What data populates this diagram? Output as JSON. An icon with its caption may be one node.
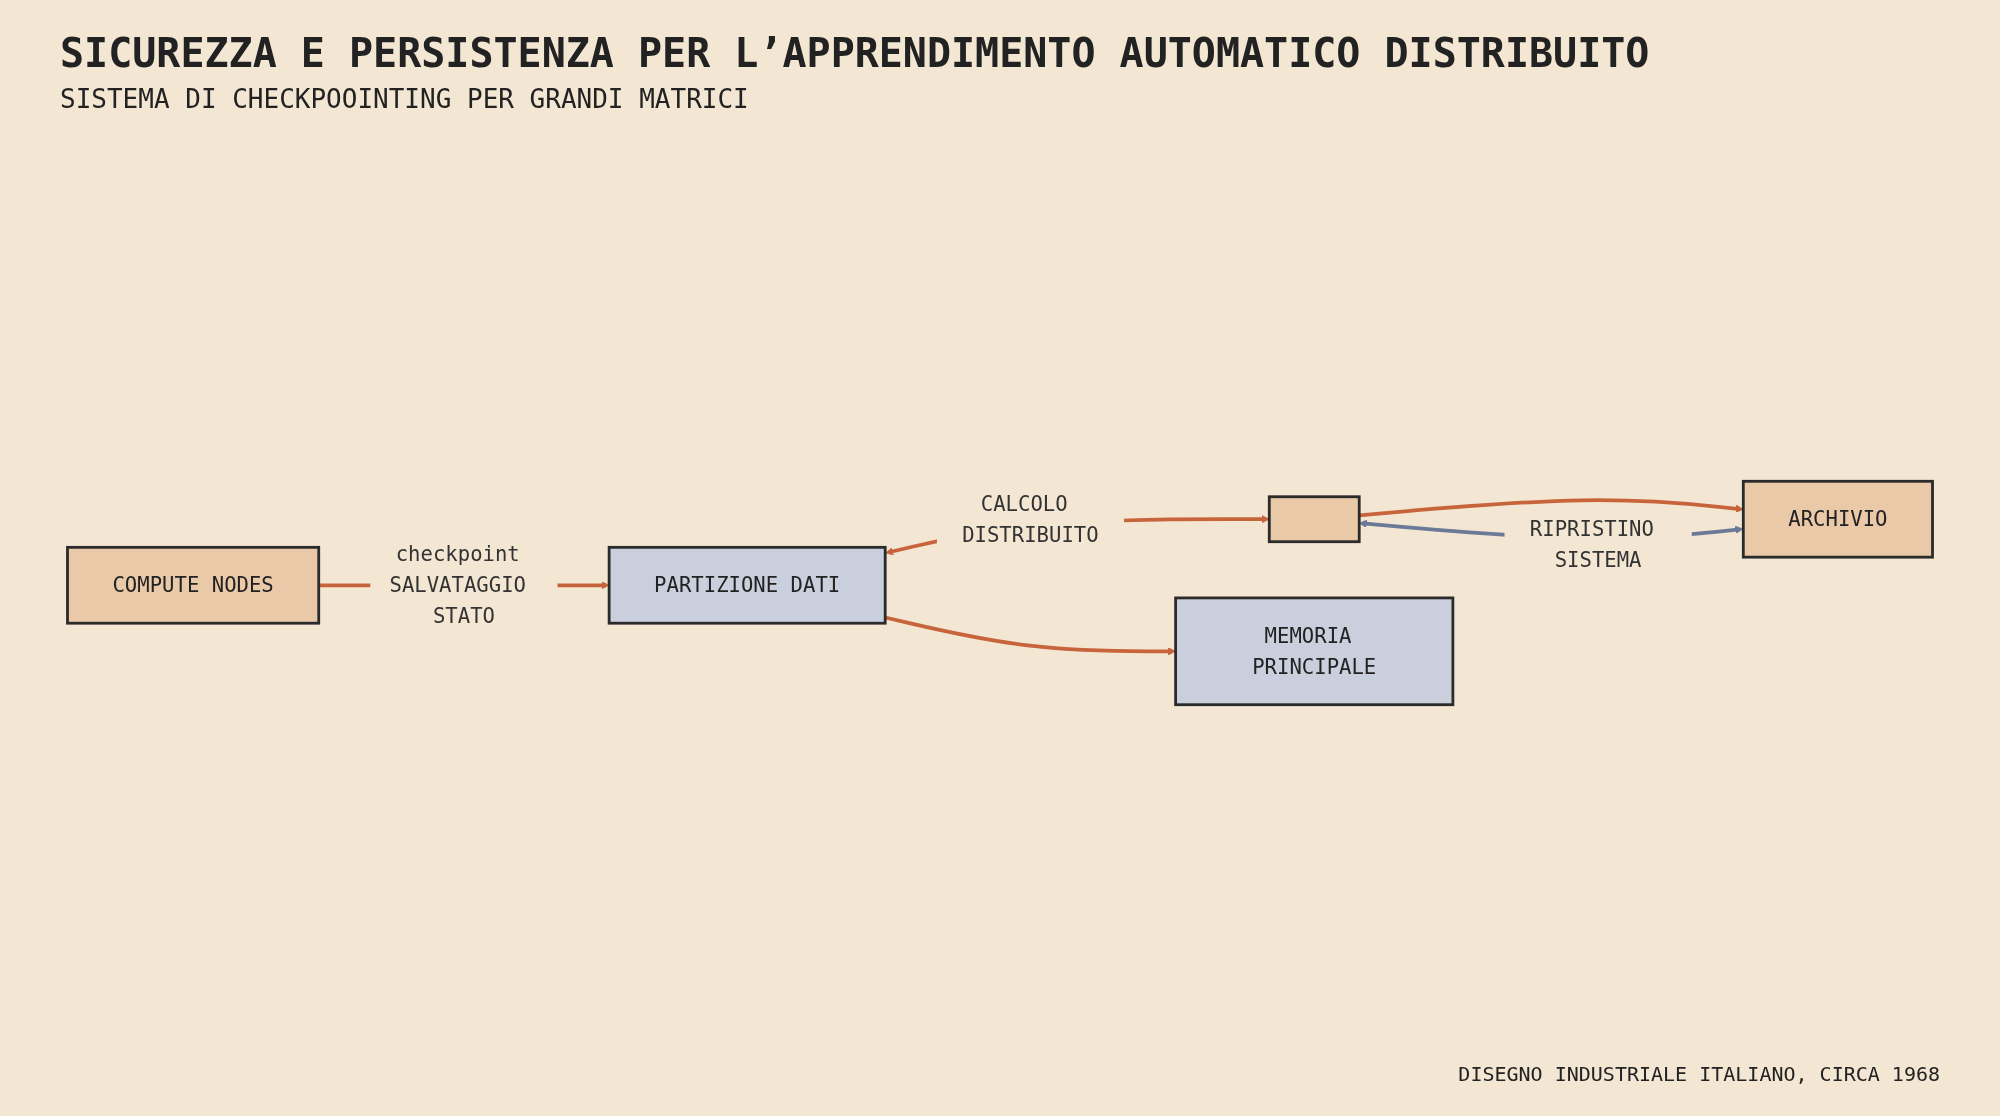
{
  "diagram": {
    "title": "SICUREZZA E PERSISTENZA PER L’APPRENDIMENTO AUTOMATICO DISTRIBUITO",
    "caption": "DISEGNO INDUSTRIALE ITALIANO, CIRCA 1968",
    "nodes": [
      {
        "text": [
          "COMPUTE NODES"
        ]
      },
      {
        "text": [
          "PARTIZIONE DATI"
        ]
      },
      {
        "text": [],
        "shape": "box"
      },
      {
        "text": [
          "MEMORIA PRINCIPALE"
        ]
      },
      {
        "text": [
          "ARCHIVIO"
        ]
      }
    ],
    "edges": [
      {
        "from": 0,
        "to": 1,
        "arrow": "to",
        "label": "checkpoint SALVATAGGIO STATO"
      },
      {
        "from": 1,
        "to": 2,
        "arrow": "both",
        "label": "CALCOLO DISTRIBUITO"
      },
      {
        "from": 1,
        "to": 3,
        "arrow": "to"
      },
      {
        "from": 2,
        "to": 4,
        "arrow": "to"
      },
      {
        "from": 4,
        "to": 2,
        "arrow": "both",
        "label": "RIPRISTINO SISTEMA",
        "color": "#6b7a97"
      }
    ],
    "labels": [
      "SISTEMA DI CHECKPOOINTING PER GRANDI MATRICI"
    ]
  }
}
